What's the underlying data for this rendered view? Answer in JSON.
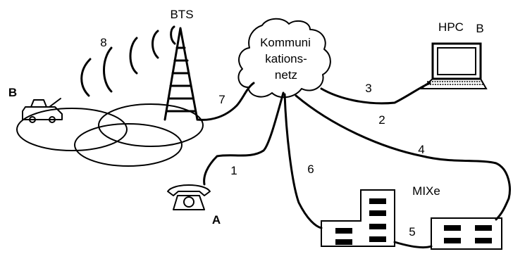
{
  "labels": {
    "bts": "BTS",
    "hpc": "HPC",
    "b_right": "B",
    "b_left": "B",
    "a": "A",
    "mixe": "MIXe",
    "cloud_line1": "Kommuni",
    "cloud_line2": "kations-",
    "cloud_line3": "netz"
  },
  "links": {
    "l1": "1",
    "l2": "2",
    "l3": "3",
    "l4": "4",
    "l5": "5",
    "l6": "6",
    "l7": "7",
    "l8": "8"
  }
}
